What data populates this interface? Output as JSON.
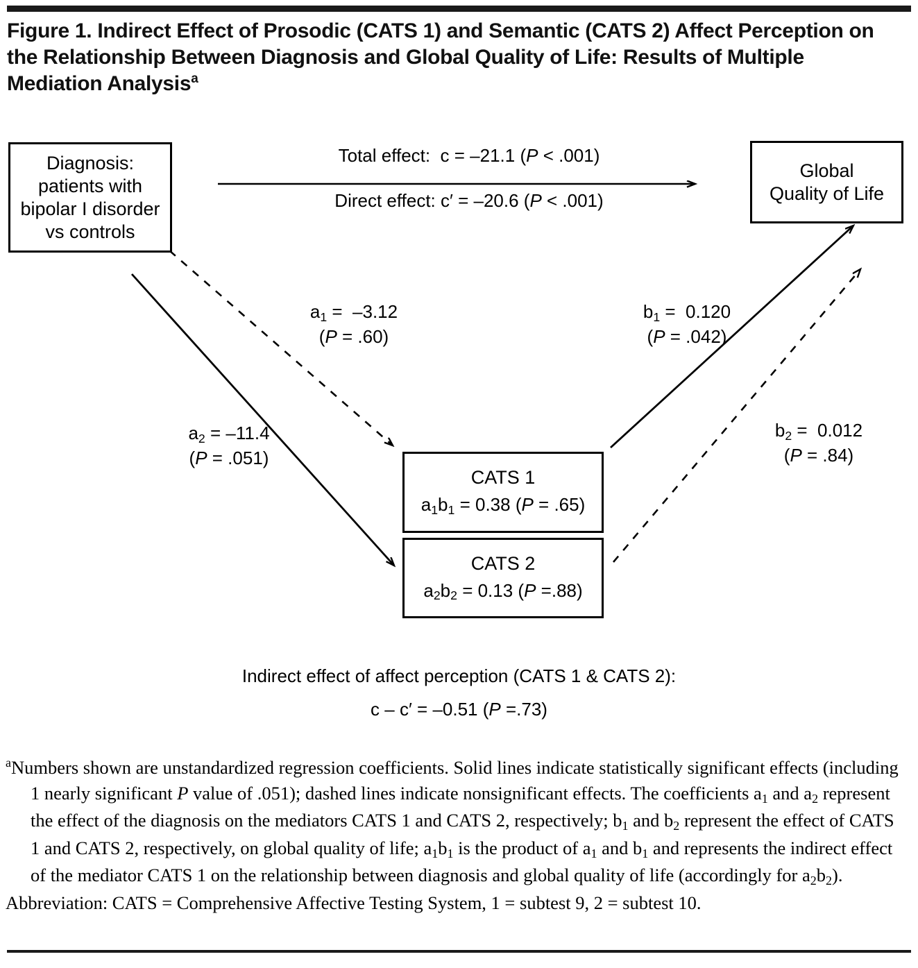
{
  "figure": {
    "title": "Figure 1. Indirect Effect of Prosodic (CATS 1) and Semantic (CATS 2) Affect Perception on the Relationship Between Diagnosis and Global Quality of Life: Results of Multiple Mediation Analysis",
    "title_superscript": "a"
  },
  "nodes": {
    "predictor": {
      "line1": "Diagnosis:",
      "line2": "patients with",
      "line3": "bipolar I disorder",
      "line4": "vs  controls"
    },
    "outcome": {
      "line1": "Global",
      "line2": "Quality of Life"
    },
    "mediator1": {
      "label": "CATS  1",
      "coefficient": "a₁b₁ = 0.38 (P = .65)"
    },
    "mediator2": {
      "label": "CATS  2",
      "coefficient": "a₂b₂ = 0.13 (P =.88)"
    }
  },
  "paths": {
    "total_effect": "Total effect:  c = –21.1 (P < .001)",
    "direct_effect": "Direct effect: c′ = –20.6 (P < .001)",
    "a1": {
      "coef": "a₁ =  –3.12",
      "p": "(P = .60)",
      "style": "dashed"
    },
    "a2": {
      "coef": "a₂ = –11.4",
      "p": "(P = .051)",
      "style": "solid"
    },
    "b1": {
      "coef": "b₁ =  0.120",
      "p": "(P = .042)",
      "style": "solid"
    },
    "b2": {
      "coef": "b₂ =  0.012",
      "p": "(P = .84)",
      "style": "dashed"
    }
  },
  "summary": {
    "line1": "Indirect effect of affect perception (CATS 1 & CATS 2):",
    "line2": "c – c′ = –0.51 (P =.73)"
  },
  "footnote": {
    "marker": "a",
    "text": "Numbers shown are unstandardized regression coefficients. Solid lines indicate statistically significant effects (including 1 nearly significant P value of .051); dashed lines indicate nonsignificant effects. The coefficients a₁ and a₂ represent the effect of the diagnosis on the mediators CATS 1 and CATS 2, respectively; b₁ and b₂ represent the effect of CATS 1 and CATS 2, respectively, on global quality of life; a₁b₁ is the product of a₁ and b₁ and represents the indirect effect of the mediator CATS 1 on the relationship between diagnosis and global quality of life (accordingly for a₂b₂).",
    "abbreviation": "Abbreviation: CATS = Comprehensive Affective Testing System, 1 = subtest 9, 2 = subtest 10."
  },
  "colors": {
    "ink": "#000000",
    "rule": "#1a1a1a",
    "background": "#ffffff"
  }
}
